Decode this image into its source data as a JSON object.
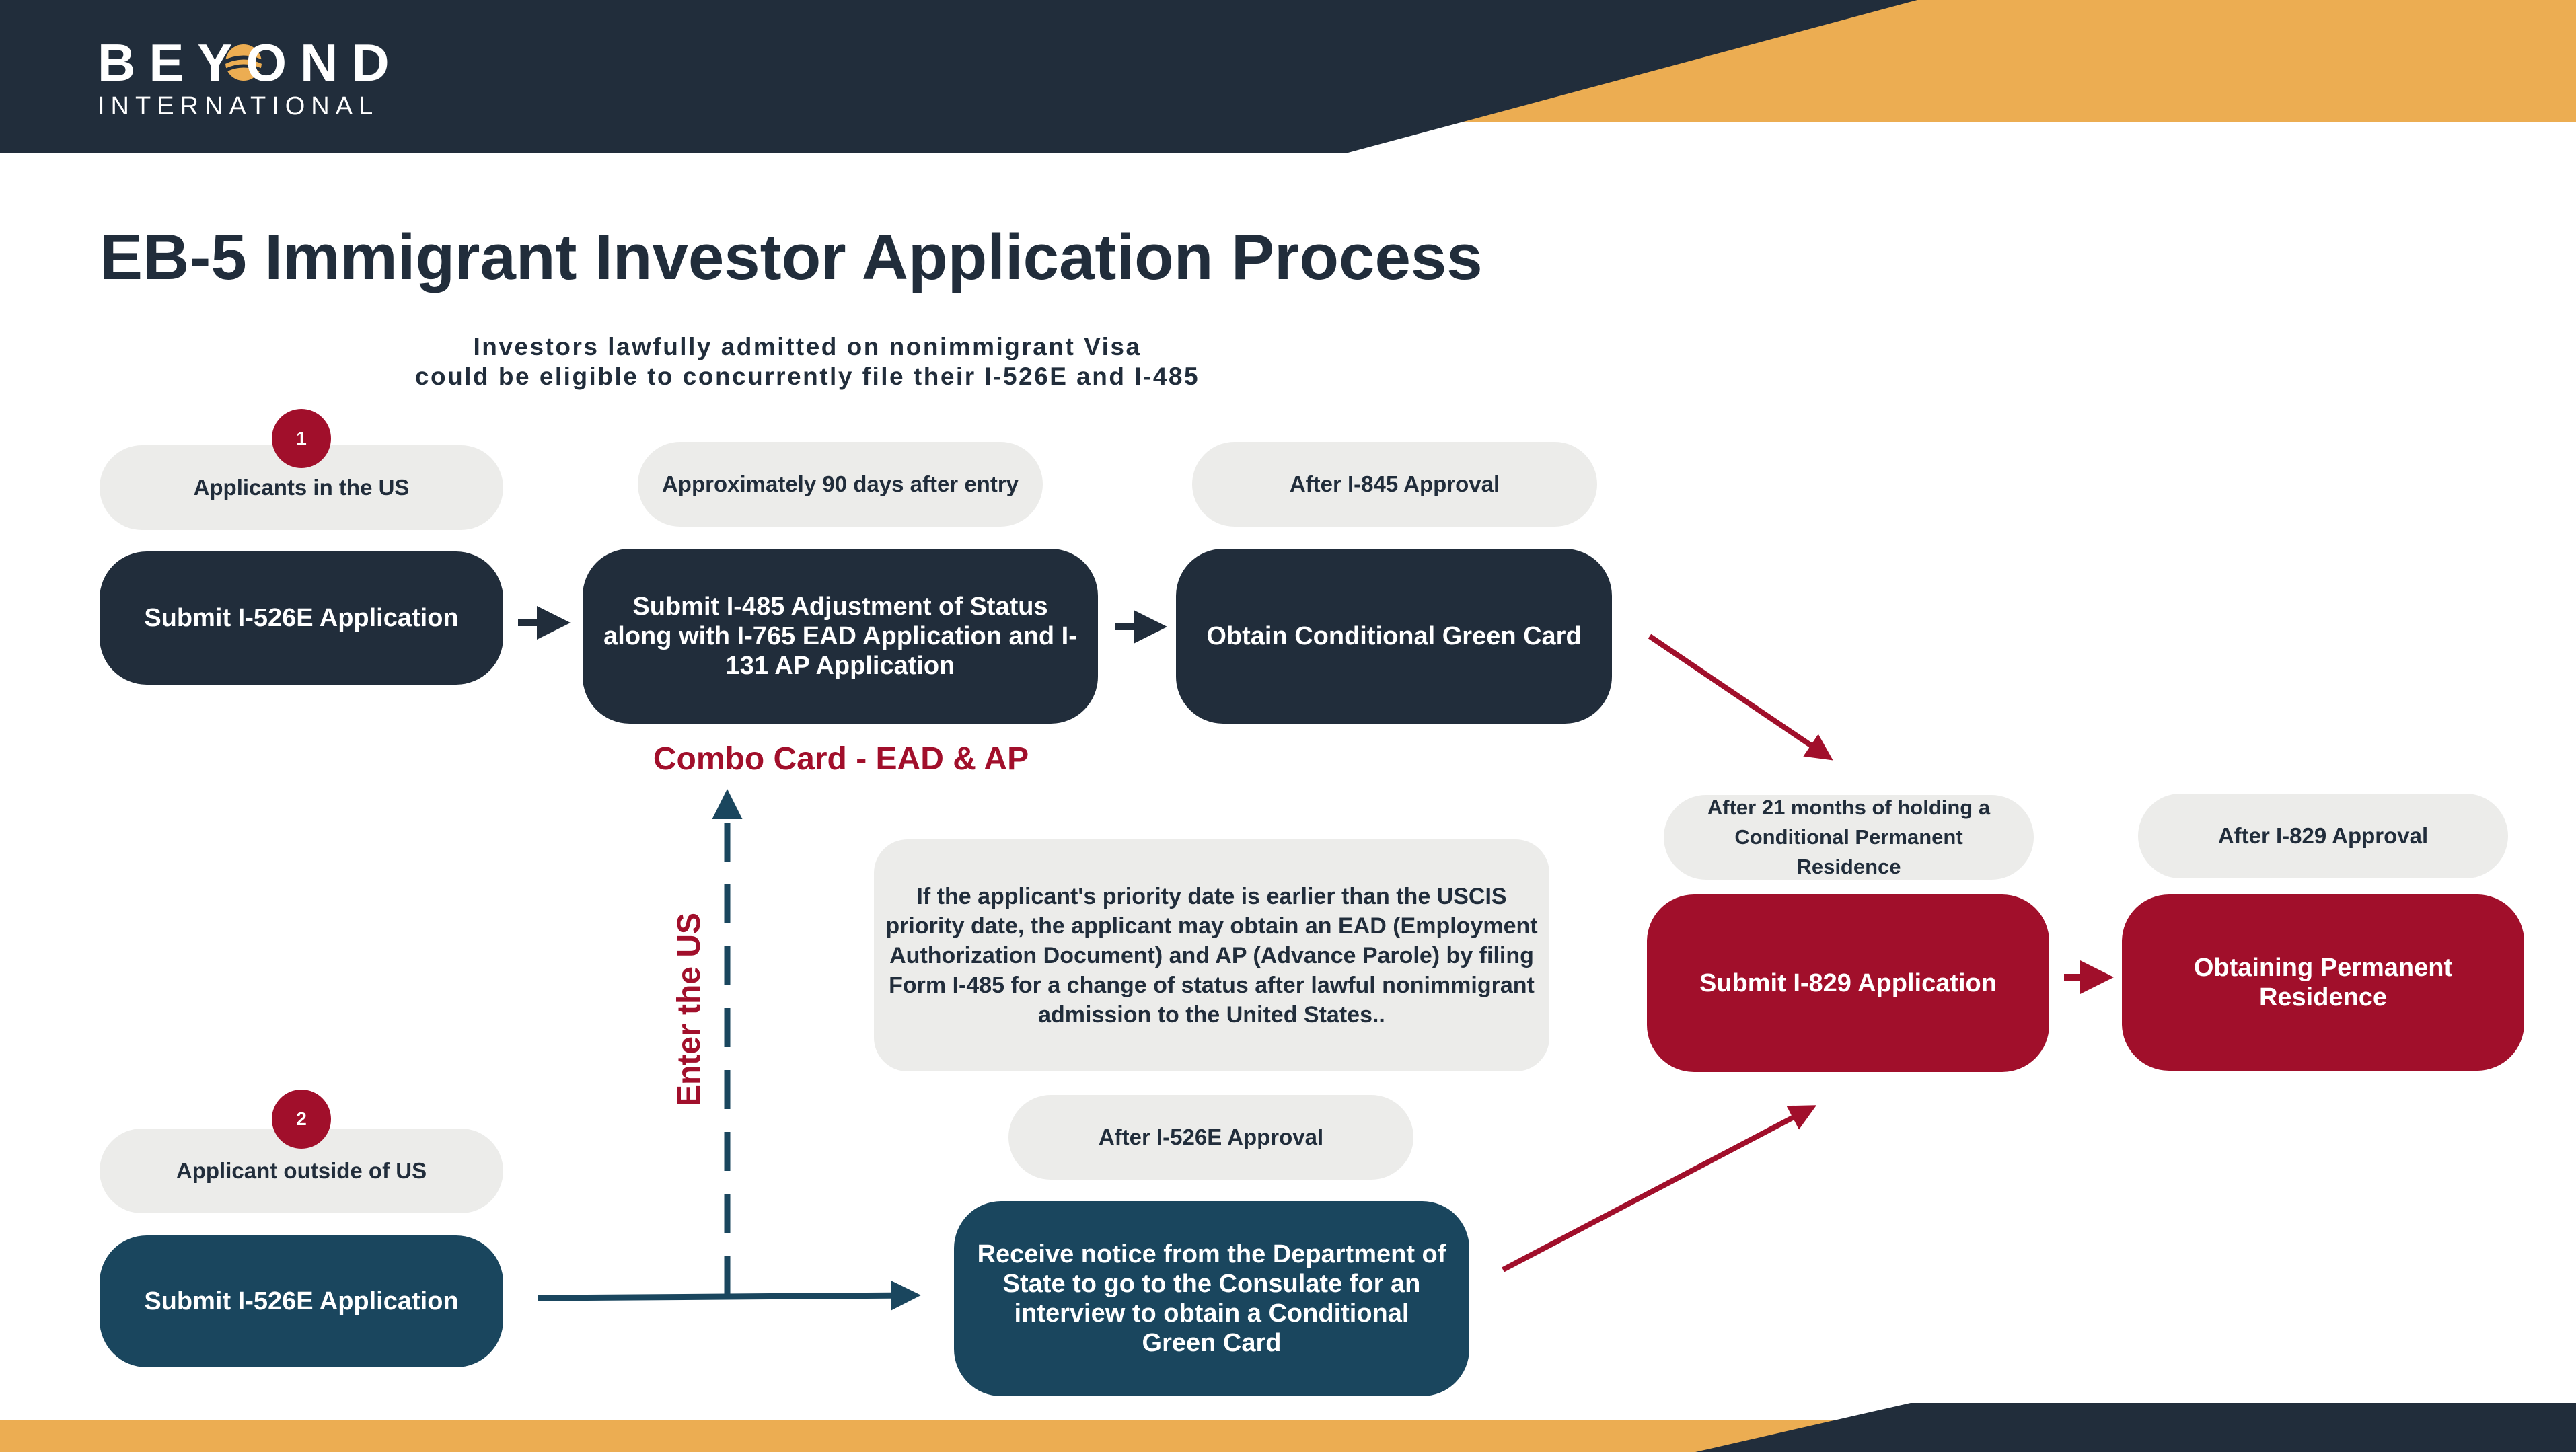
{
  "brand": {
    "name": "BEYOND",
    "sub": "INTERNATIONAL",
    "colors": {
      "navy": "#212d3b",
      "gold": "#ecad52",
      "crimson": "#a10f2b",
      "teal": "#1a465e",
      "pill": "#ececea"
    }
  },
  "title": "EB-5 Immigrant Investor Application Process",
  "subtitle": {
    "line1": "Investors lawfully admitted on nonimmigrant Visa",
    "line2": "could be eligible to concurrently file their I-526E and I-485"
  },
  "path1": {
    "badge": "1",
    "label": "Applicants in the US",
    "step1_timing": "Approximately 90 days after entry",
    "step2_timing": "After I-845 Approval",
    "box_submit": "Submit I-526E Application",
    "box_adjust": "Submit I-485 Adjustment of Status along with I-765 EAD Application and I-131 AP Application",
    "box_green_card": "Obtain Conditional Green Card",
    "combo_card": "Combo Card - EAD & AP",
    "enter_us": "Enter the US"
  },
  "note": "If the applicant's priority date is earlier than the USCIS priority date, the applicant may obtain an EAD (Employment Authorization Document) and AP (Advance Parole) by filing Form I-485 for a change of status after lawful nonimmigrant admission to the United States..",
  "path2": {
    "badge": "2",
    "label": "Applicant outside of US",
    "box_submit": "Submit I-526E Application",
    "timing": "After I-526E Approval",
    "box_notice": "Receive notice from the Department of State to go to the Consulate for an interview to obtain a Conditional Green Card"
  },
  "final": {
    "timing_829": "After 21 months of holding a Conditional Permanent Residence",
    "timing_approval": "After I-829 Approval",
    "box_829": "Submit I-829 Application",
    "box_permanent": "Obtaining Permanent Residence"
  }
}
